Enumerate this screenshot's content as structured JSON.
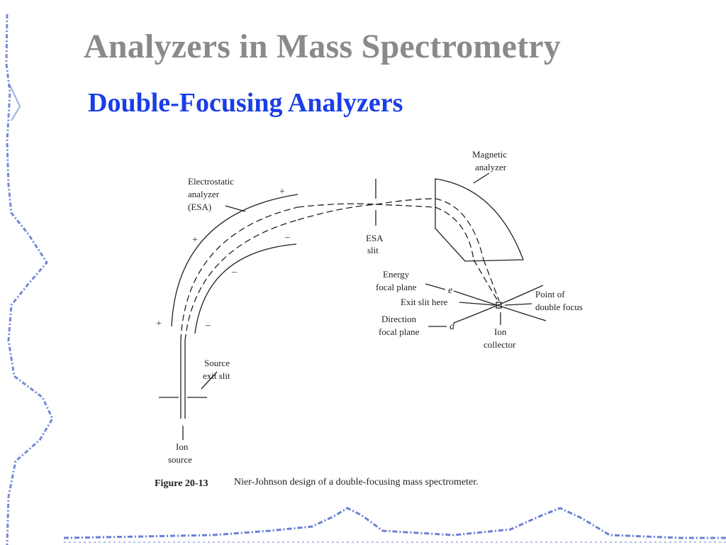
{
  "slide": {
    "title": "Analyzers in Mass Spectrometry",
    "subtitle": "Double-Focusing Analyzers"
  },
  "diagram": {
    "labels": {
      "magnetic_analyzer_1": "Magnetic",
      "magnetic_analyzer_2": "analyzer",
      "esa_1": "Electrostatic",
      "esa_2": "analyzer",
      "esa_3": "(ESA)",
      "esa_slit_1": "ESA",
      "esa_slit_2": "slit",
      "energy_plane_1": "Energy",
      "energy_plane_2": "focal plane",
      "exit_slit": "Exit slit here",
      "direction_plane_1": "Direction",
      "direction_plane_2": "focal plane",
      "point_focus_1": "Point of",
      "point_focus_2": "double focus",
      "ion_collector_1": "Ion",
      "ion_collector_2": "collector",
      "source_slit_1": "Source",
      "source_slit_2": "exit slit",
      "ion_source_1": "Ion",
      "ion_source_2": "source",
      "e_mark": "e",
      "d_mark": "d",
      "plus": "+",
      "minus": "–"
    },
    "caption": {
      "figure_no": "Figure 20-13",
      "text": "Nier-Johnson design of a double-focusing mass spectrometer."
    }
  },
  "colors": {
    "title": "#8a8a8a",
    "subtitle": "#1a3ee6",
    "decoration": "#3a55c8"
  }
}
